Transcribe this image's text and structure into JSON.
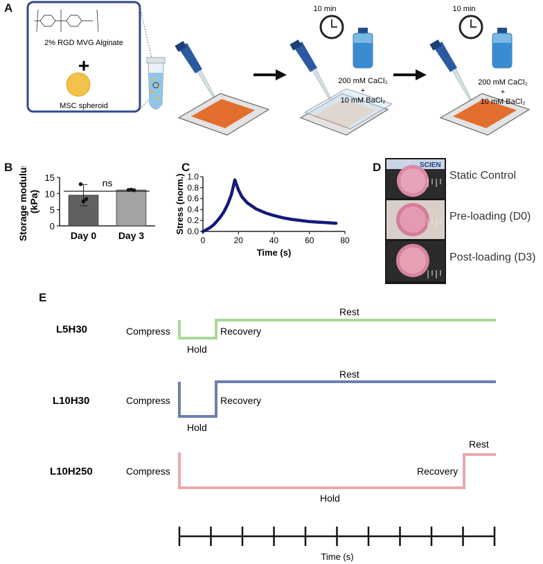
{
  "panel_labels": {
    "a": "A",
    "b": "B",
    "c": "C",
    "d": "D",
    "e": "E"
  },
  "panel_a": {
    "material": "2% RGD MVG Alginate",
    "plus": "+",
    "spheroid": "MSC spheroid",
    "step1_time": "10 min",
    "step1_solution": [
      "200 mM CaCl₂",
      "+",
      "10 mM BaCl₂"
    ],
    "step2_time": "10 min",
    "step2_solution": [
      "200 mM CaCl₂",
      "+",
      "10 mM BaCl₂"
    ]
  },
  "chart_data": [
    {
      "type": "bar",
      "panel": "B",
      "categories": [
        "Day 0",
        "Day 3"
      ],
      "values": [
        9.5,
        11.1
      ],
      "error": [
        3.3,
        0.3
      ],
      "points": [
        [
          12.9,
          7.6,
          8.3
        ],
        [
          11.1,
          11.2,
          11.0
        ]
      ],
      "ylabel": "Storage modulus\n(kPa)",
      "ylim": [
        0,
        15
      ],
      "yticks": [
        0,
        5,
        10,
        15
      ],
      "annotation": "ns",
      "colors": [
        "#616161",
        "#a3a3a3"
      ]
    },
    {
      "type": "line",
      "panel": "C",
      "xlabel": "Time (s)",
      "ylabel": "Stress (norm.)",
      "xlim": [
        0,
        80
      ],
      "ylim": [
        0,
        1.0
      ],
      "xticks": [
        0,
        20,
        40,
        60,
        80
      ],
      "yticks": [
        0,
        0.2,
        0.4,
        0.6,
        0.8,
        1.0
      ],
      "x": [
        0,
        2,
        4,
        6,
        8,
        10,
        12,
        14,
        16,
        18,
        19,
        20,
        22,
        25,
        30,
        35,
        40,
        45,
        50,
        55,
        60,
        65,
        70,
        75
      ],
      "y": [
        0.0,
        0.03,
        0.07,
        0.12,
        0.19,
        0.27,
        0.37,
        0.5,
        0.67,
        0.94,
        0.85,
        0.76,
        0.63,
        0.52,
        0.41,
        0.34,
        0.29,
        0.25,
        0.22,
        0.2,
        0.18,
        0.17,
        0.16,
        0.15
      ],
      "color": "#141a7a"
    }
  ],
  "panel_d": {
    "rows": [
      "Static Control",
      "Pre-loading (D0)",
      "Post-loading (D3)"
    ],
    "ruler_text": "SCIEN"
  },
  "panel_e": {
    "protocols": [
      {
        "name": "L5H30",
        "compress": "Compress",
        "hold": "Hold",
        "recovery": "Recovery",
        "rest": "Rest",
        "color": "#a9d89a"
      },
      {
        "name": "L10H30",
        "compress": "Compress",
        "hold": "Hold",
        "recovery": "Recovery",
        "rest": "Rest",
        "color": "#6d7fb0"
      },
      {
        "name": "L10H250",
        "compress": "Compress",
        "hold": "Hold",
        "recovery": "Recovery",
        "rest": "Rest",
        "color": "#e8a9ad"
      }
    ],
    "time_axis_label": "Time (s)",
    "time_ticks": 10
  }
}
